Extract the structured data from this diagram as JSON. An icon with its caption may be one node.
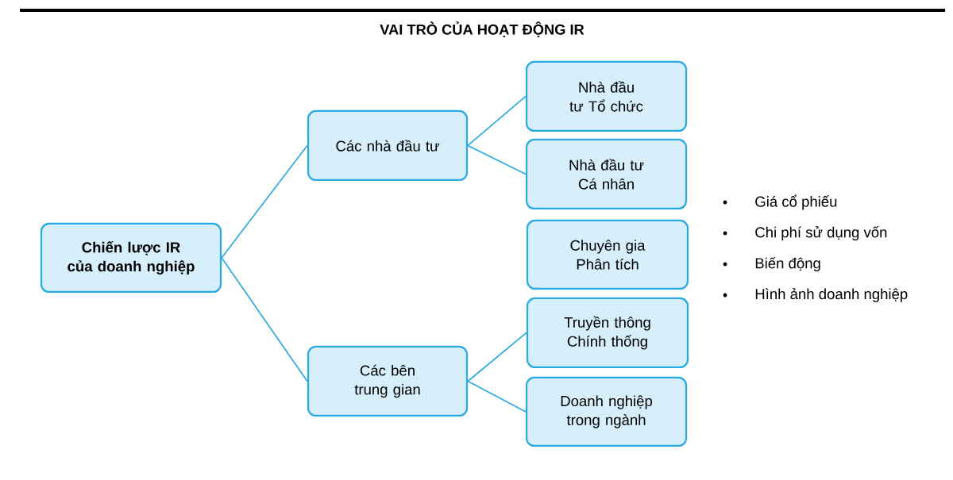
{
  "diagram": {
    "title": "VAI TRÒ CỦA HOẠT ĐỘNG IR",
    "nodes": [
      {
        "text": [
          "Chiến lược IR của doanh nghiệp"
        ]
      },
      {
        "text": [
          "Các nhà đầu tư"
        ]
      },
      {
        "text": [
          "Nhà đầu tư Tổ chức"
        ]
      },
      {
        "text": [
          "Nhà đầu tư Cá nhân"
        ]
      },
      {
        "text": [
          "Chuyên gia Phân tích"
        ]
      },
      {
        "text": [
          "Các bên trung gian"
        ]
      },
      {
        "text": [
          "Truyền thông Chính thống"
        ]
      },
      {
        "text": [
          "Doanh nghiệp trong ngành"
        ]
      }
    ],
    "edges": [
      {
        "from": 0,
        "to": 1,
        "arrow": "none"
      },
      {
        "from": 0,
        "to": 5,
        "arrow": "none"
      },
      {
        "from": 1,
        "to": 2,
        "arrow": "none"
      },
      {
        "from": 1,
        "to": 3,
        "arrow": "none"
      },
      {
        "from": 5,
        "to": 6,
        "arrow": "none"
      },
      {
        "from": 5,
        "to": 7,
        "arrow": "none"
      }
    ],
    "labels": [
      "Giá cổ phiếu",
      "Chi phí sử dụng vốn",
      "Biến động",
      "Hình ảnh doanh nghiệp"
    ]
  }
}
